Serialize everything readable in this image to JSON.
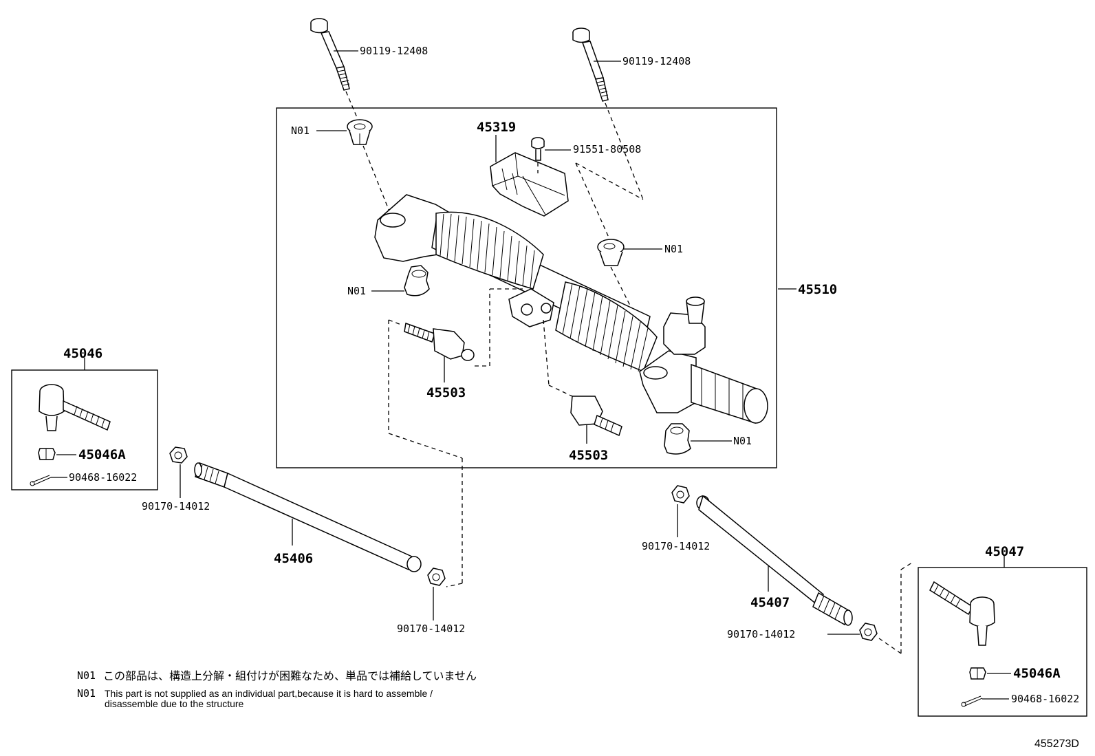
{
  "labels": {
    "bolt_left": "90119-12408",
    "bolt_right": "90119-12408",
    "n01_top": "N01",
    "n01_mid_right": "N01",
    "n01_mid_left": "N01",
    "n01_bottom": "N01",
    "bracket": "45319",
    "screw": "91551-80508",
    "assembly": "45510",
    "valve_left": "45503",
    "valve_right": "45503",
    "tie_end_left": "45046",
    "nut_left": "45046A",
    "pin_left": "90468-16022",
    "locknut_left": "90170-14012",
    "rod_left": "45406",
    "locknut_left2": "90170-14012",
    "locknut_right": "90170-14012",
    "rod_right": "45407",
    "locknut_right2": "90170-14012",
    "tie_end_right": "45047",
    "nut_right": "45046A",
    "pin_right": "90468-16022"
  },
  "notes": {
    "prefix_jp": "N01",
    "jp": "この部品は、構造上分解・組付けが困難なため、単品では補給していません",
    "prefix_en": "N01",
    "en_line1": "This part is not supplied as an individual part,because it is hard to assemble /",
    "en_line2": "disassemble due to the structure"
  },
  "diagram_id": "455273D"
}
